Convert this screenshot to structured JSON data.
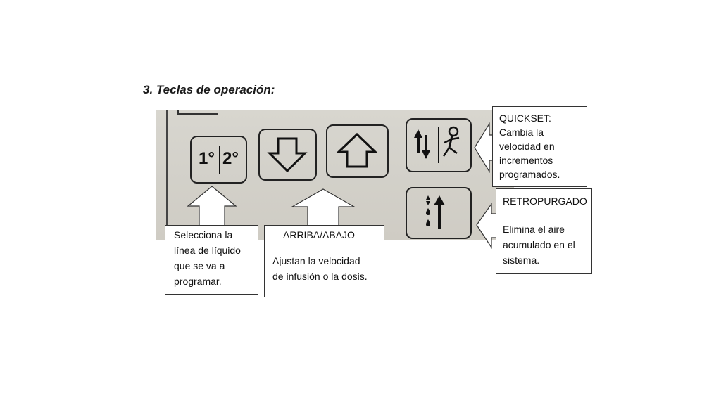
{
  "title": "3. Teclas de operación:",
  "keys": {
    "line_select": {
      "left": "1°",
      "right": "2°",
      "icon": "line-select-icon"
    },
    "down": {
      "icon": "down-arrow-icon"
    },
    "up": {
      "icon": "up-arrow-icon"
    },
    "quickset": {
      "icon": "quickset-runner-icon"
    },
    "backprime": {
      "icon": "backprime-drops-icon"
    }
  },
  "callouts": {
    "line_select": {
      "lines": [
        "Selecciona la",
        "línea de líquido",
        "que se va a",
        "programar."
      ]
    },
    "up_down": {
      "heading": "ARRIBA/ABAJO",
      "lines": [
        "Ajustan la velocidad",
        "de infusión o la dosis."
      ]
    },
    "quickset": {
      "lines": [
        "QUICKSET:",
        "Cambia  la",
        "velocidad  en",
        "incrementos",
        "programados."
      ]
    },
    "backprime": {
      "heading": "RETROPURGADO",
      "lines": [
        "Elimina el aire",
        "acumulado en el",
        "sistema."
      ]
    }
  }
}
